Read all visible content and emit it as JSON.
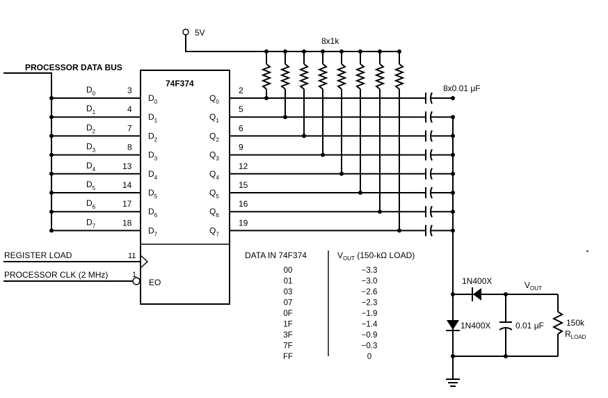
{
  "labels": {
    "supply": "5V",
    "resistor_array": "8x1k",
    "capacitor_array": "8x0.01 μF",
    "bus": "PROCESSOR DATA BUS",
    "chip": "74F374",
    "register_load": "REGISTER LOAD",
    "clock": "PROCESSOR CLK (2 MHz)",
    "eo": "EO",
    "pin_clk": "11",
    "pin_eo": "1"
  },
  "inputs": [
    {
      "bus_sym": "D",
      "sub": "0",
      "pin": "3",
      "chip_sym": "D",
      "chip_sub": "0"
    },
    {
      "bus_sym": "D",
      "sub": "1",
      "pin": "4",
      "chip_sym": "D",
      "chip_sub": "1"
    },
    {
      "bus_sym": "D",
      "sub": "2",
      "pin": "7",
      "chip_sym": "D",
      "chip_sub": "2"
    },
    {
      "bus_sym": "D",
      "sub": "3",
      "pin": "8",
      "chip_sym": "D",
      "chip_sub": "3"
    },
    {
      "bus_sym": "D",
      "sub": "4",
      "pin": "13",
      "chip_sym": "D",
      "chip_sub": "4"
    },
    {
      "bus_sym": "D",
      "sub": "5",
      "pin": "14",
      "chip_sym": "D",
      "chip_sub": "5"
    },
    {
      "bus_sym": "D",
      "sub": "6",
      "pin": "17",
      "chip_sym": "D",
      "chip_sub": "6"
    },
    {
      "bus_sym": "D",
      "sub": "7",
      "pin": "18",
      "chip_sym": "D",
      "chip_sub": "7"
    }
  ],
  "outputs": [
    {
      "sym": "Q",
      "sub": "0",
      "pin": "2"
    },
    {
      "sym": "Q",
      "sub": "1",
      "pin": "5"
    },
    {
      "sym": "Q",
      "sub": "2",
      "pin": "6"
    },
    {
      "sym": "Q",
      "sub": "3",
      "pin": "9"
    },
    {
      "sym": "Q",
      "sub": "4",
      "pin": "12"
    },
    {
      "sym": "Q",
      "sub": "5",
      "pin": "15"
    },
    {
      "sym": "Q",
      "sub": "6",
      "pin": "16"
    },
    {
      "sym": "Q",
      "sub": "7",
      "pin": "19"
    }
  ],
  "table": {
    "col1_header": "DATA IN 74F374",
    "col2_header_pre": "V",
    "col2_header_sub": "OUT",
    "col2_header_post": " (150-kΩ LOAD)",
    "rows": [
      {
        "data": "00",
        "vout": "−3.3"
      },
      {
        "data": "01",
        "vout": "−3.0"
      },
      {
        "data": "03",
        "vout": "−2.6"
      },
      {
        "data": "07",
        "vout": "−2.3"
      },
      {
        "data": "0F",
        "vout": "−1.9"
      },
      {
        "data": "1F",
        "vout": "−1.4"
      },
      {
        "data": "3F",
        "vout": "−0.9"
      },
      {
        "data": "7F",
        "vout": "−0.3"
      },
      {
        "data": "FF",
        "vout": "0"
      }
    ]
  },
  "output_section": {
    "diode_top": "1N400X",
    "diode_bottom": "1N400X",
    "cap": "0.01 μF",
    "vout_pre": "V",
    "vout_sub": "OUT",
    "load_value": "150k",
    "load_pre": "R",
    "load_sub": "LOAD"
  }
}
